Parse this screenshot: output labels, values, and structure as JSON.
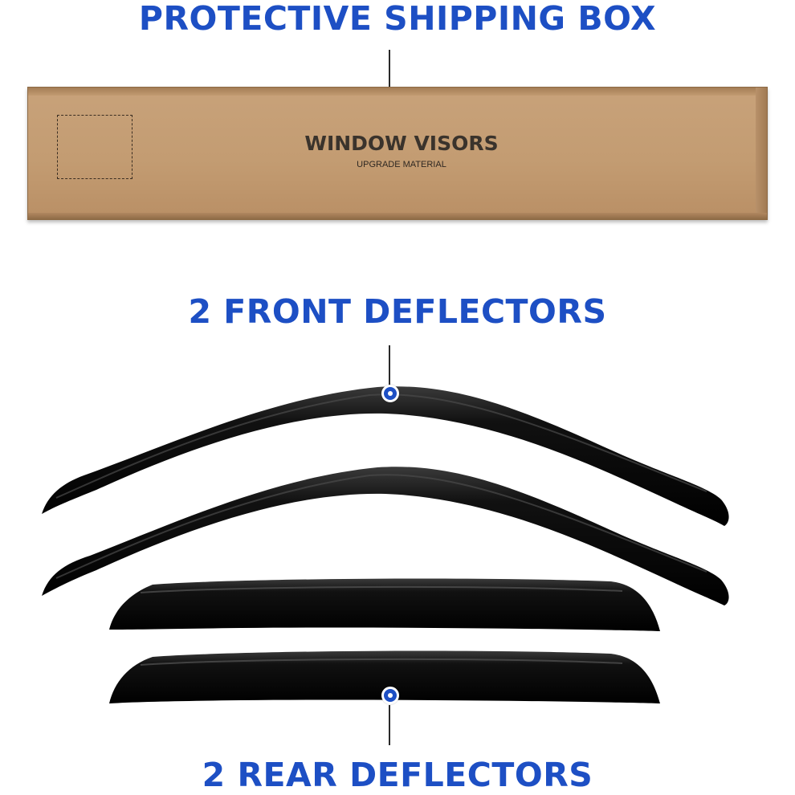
{
  "headings": {
    "box": "PROTECTIVE SHIPPING BOX",
    "front": "2 FRONT DEFLECTORS",
    "rear": "2 REAR DEFLECTORS"
  },
  "box": {
    "title": "WINDOW VISORS",
    "subtitle": "UPGRADE MATERIAL"
  },
  "colors": {
    "heading": "#1d4fc4",
    "cardboard": "#c39c72",
    "deflector": "#0b0b0b"
  },
  "icons": [
    "callout-dot",
    "callout-line"
  ]
}
